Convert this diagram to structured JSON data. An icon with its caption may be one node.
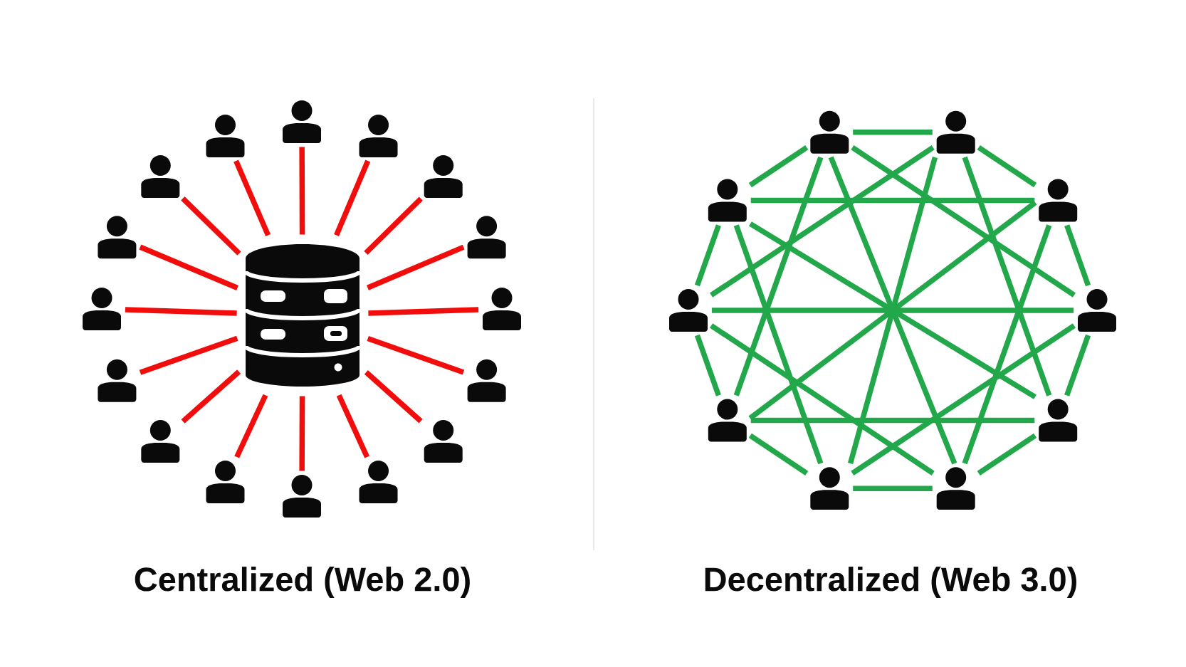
{
  "diagram": {
    "nodes": [
      {
        "text": [],
        "shape": "cylinder"
      },
      {
        "text": [],
        "shape": "person"
      },
      {
        "text": [],
        "shape": "person"
      },
      {
        "text": [],
        "shape": "person"
      },
      {
        "text": [],
        "shape": "person"
      },
      {
        "text": [],
        "shape": "person"
      },
      {
        "text": [],
        "shape": "person"
      },
      {
        "text": [],
        "shape": "person"
      },
      {
        "text": [],
        "shape": "person"
      },
      {
        "text": [],
        "shape": "person"
      },
      {
        "text": [],
        "shape": "person"
      },
      {
        "text": [],
        "shape": "person"
      },
      {
        "text": [],
        "shape": "person"
      },
      {
        "text": [],
        "shape": "person"
      },
      {
        "text": [],
        "shape": "person"
      },
      {
        "text": [],
        "shape": "person"
      },
      {
        "text": [],
        "shape": "person"
      },
      {
        "text": [],
        "shape": "person"
      },
      {
        "text": [],
        "shape": "person"
      },
      {
        "text": [],
        "shape": "person"
      },
      {
        "text": [],
        "shape": "person"
      },
      {
        "text": [],
        "shape": "person"
      },
      {
        "text": [],
        "shape": "person"
      },
      {
        "text": [],
        "shape": "person"
      },
      {
        "text": [],
        "shape": "person"
      },
      {
        "text": [],
        "shape": "person"
      },
      {
        "text": [],
        "shape": "person"
      }
    ],
    "edges": [
      {
        "from": 1,
        "to": 0,
        "arrow": "none",
        "color": "#f20d0d"
      },
      {
        "from": 2,
        "to": 0,
        "arrow": "none",
        "color": "#f20d0d"
      },
      {
        "from": 3,
        "to": 0,
        "arrow": "none",
        "color": "#f20d0d"
      },
      {
        "from": 4,
        "to": 0,
        "arrow": "none",
        "color": "#f20d0d"
      },
      {
        "from": 5,
        "to": 0,
        "arrow": "none",
        "color": "#f20d0d"
      },
      {
        "from": 6,
        "to": 0,
        "arrow": "none",
        "color": "#f20d0d"
      },
      {
        "from": 7,
        "to": 0,
        "arrow": "none",
        "color": "#f20d0d"
      },
      {
        "from": 8,
        "to": 0,
        "arrow": "none",
        "color": "#f20d0d"
      },
      {
        "from": 9,
        "to": 0,
        "arrow": "none",
        "color": "#f20d0d"
      },
      {
        "from": 10,
        "to": 0,
        "arrow": "none",
        "color": "#f20d0d"
      },
      {
        "from": 11,
        "to": 0,
        "arrow": "none",
        "color": "#f20d0d"
      },
      {
        "from": 12,
        "to": 0,
        "arrow": "none",
        "color": "#f20d0d"
      },
      {
        "from": 13,
        "to": 0,
        "arrow": "none",
        "color": "#f20d0d"
      },
      {
        "from": 14,
        "to": 0,
        "arrow": "none",
        "color": "#f20d0d"
      },
      {
        "from": 15,
        "to": 0,
        "arrow": "none",
        "color": "#f20d0d"
      },
      {
        "from": 16,
        "to": 0,
        "arrow": "none",
        "color": "#f20d0d"
      },
      {
        "from": 17,
        "to": 18,
        "arrow": "none"
      },
      {
        "from": 18,
        "to": 19,
        "arrow": "none"
      },
      {
        "from": 19,
        "to": 20,
        "arrow": "none"
      },
      {
        "from": 20,
        "to": 21,
        "arrow": "none"
      },
      {
        "from": 21,
        "to": 22,
        "arrow": "none"
      },
      {
        "from": 22,
        "to": 23,
        "arrow": "none"
      },
      {
        "from": 23,
        "to": 24,
        "arrow": "none"
      },
      {
        "from": 24,
        "to": 25,
        "arrow": "none"
      },
      {
        "from": 25,
        "to": 26,
        "arrow": "none"
      },
      {
        "from": 26,
        "to": 17,
        "arrow": "none"
      },
      {
        "from": 17,
        "to": 20,
        "arrow": "none"
      },
      {
        "from": 18,
        "to": 21,
        "arrow": "none"
      },
      {
        "from": 19,
        "to": 22,
        "arrow": "none"
      },
      {
        "from": 20,
        "to": 23,
        "arrow": "none"
      },
      {
        "from": 21,
        "to": 24,
        "arrow": "none"
      },
      {
        "from": 22,
        "to": 25,
        "arrow": "none"
      },
      {
        "from": 23,
        "to": 26,
        "arrow": "none"
      },
      {
        "from": 24,
        "to": 17,
        "arrow": "none"
      },
      {
        "from": 25,
        "to": 18,
        "arrow": "none"
      },
      {
        "from": 26,
        "to": 19,
        "arrow": "none"
      },
      {
        "from": 17,
        "to": 22,
        "arrow": "none"
      },
      {
        "from": 18,
        "to": 23,
        "arrow": "none"
      },
      {
        "from": 19,
        "to": 24,
        "arrow": "none"
      },
      {
        "from": 20,
        "to": 25,
        "arrow": "none"
      },
      {
        "from": 21,
        "to": 26,
        "arrow": "none"
      }
    ],
    "labels": [
      "Centralized (Web 2.0)",
      "Decentralized (Web 3.0)"
    ]
  }
}
